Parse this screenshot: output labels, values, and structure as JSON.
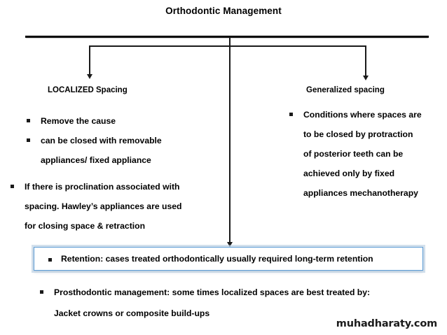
{
  "slide": {
    "title": "Orthodontic Management",
    "watermark": "muhadharaty.com"
  },
  "branches": {
    "left": {
      "heading": "LOCALIZED Spacing",
      "items": [
        {
          "bullet": "square",
          "lines": [
            "Remove the cause"
          ]
        },
        {
          "bullet": "square",
          "lines": [
            "can be closed with removable",
            "appliances/ fixed appliance"
          ]
        }
      ],
      "paragraph": {
        "bullet": "square",
        "lines": [
          "If there is proclination associated with",
          "spacing. Hawley’s appliances are used",
          "for closing space & retraction"
        ]
      }
    },
    "right": {
      "heading": "Generalized spacing",
      "items": [
        {
          "bullet": "square",
          "lines": [
            "Conditions where spaces are",
            "to be closed by protraction",
            "of posterior teeth can be",
            "achieved only by fixed",
            "appliances mechanotherapy"
          ]
        }
      ]
    }
  },
  "retention": {
    "bullet": "square",
    "text": "Retention: cases treated orthodontically usually required long-term retention",
    "border_color": "#5b9bd5",
    "glow_color": "#b0c9de"
  },
  "bottom": {
    "bullet": "square",
    "lines": [
      "Prosthodontic management:  some times localized spaces are best treated by:",
      "Jacket crowns or composite build-ups"
    ]
  },
  "colors": {
    "text": "#000000",
    "rule": "#000000",
    "connector": "#1a1a1a",
    "background": "#ffffff"
  }
}
